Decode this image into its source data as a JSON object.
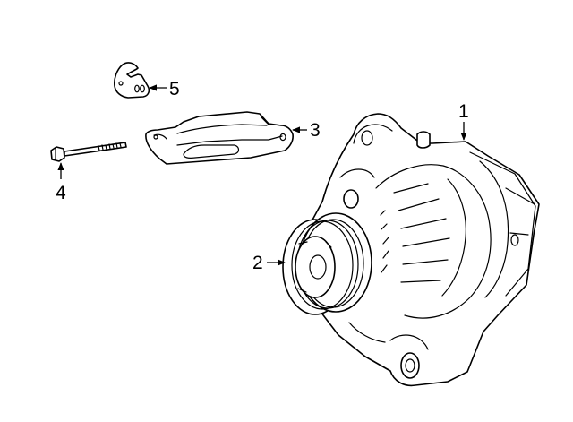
{
  "diagram": {
    "callouts": [
      {
        "id": "1",
        "label": "1",
        "part": "alternator"
      },
      {
        "id": "2",
        "label": "2",
        "part": "pulley"
      },
      {
        "id": "3",
        "label": "3",
        "part": "adjusting-bracket"
      },
      {
        "id": "4",
        "label": "4",
        "part": "bolt"
      },
      {
        "id": "5",
        "label": "5",
        "part": "small-bracket"
      }
    ]
  }
}
